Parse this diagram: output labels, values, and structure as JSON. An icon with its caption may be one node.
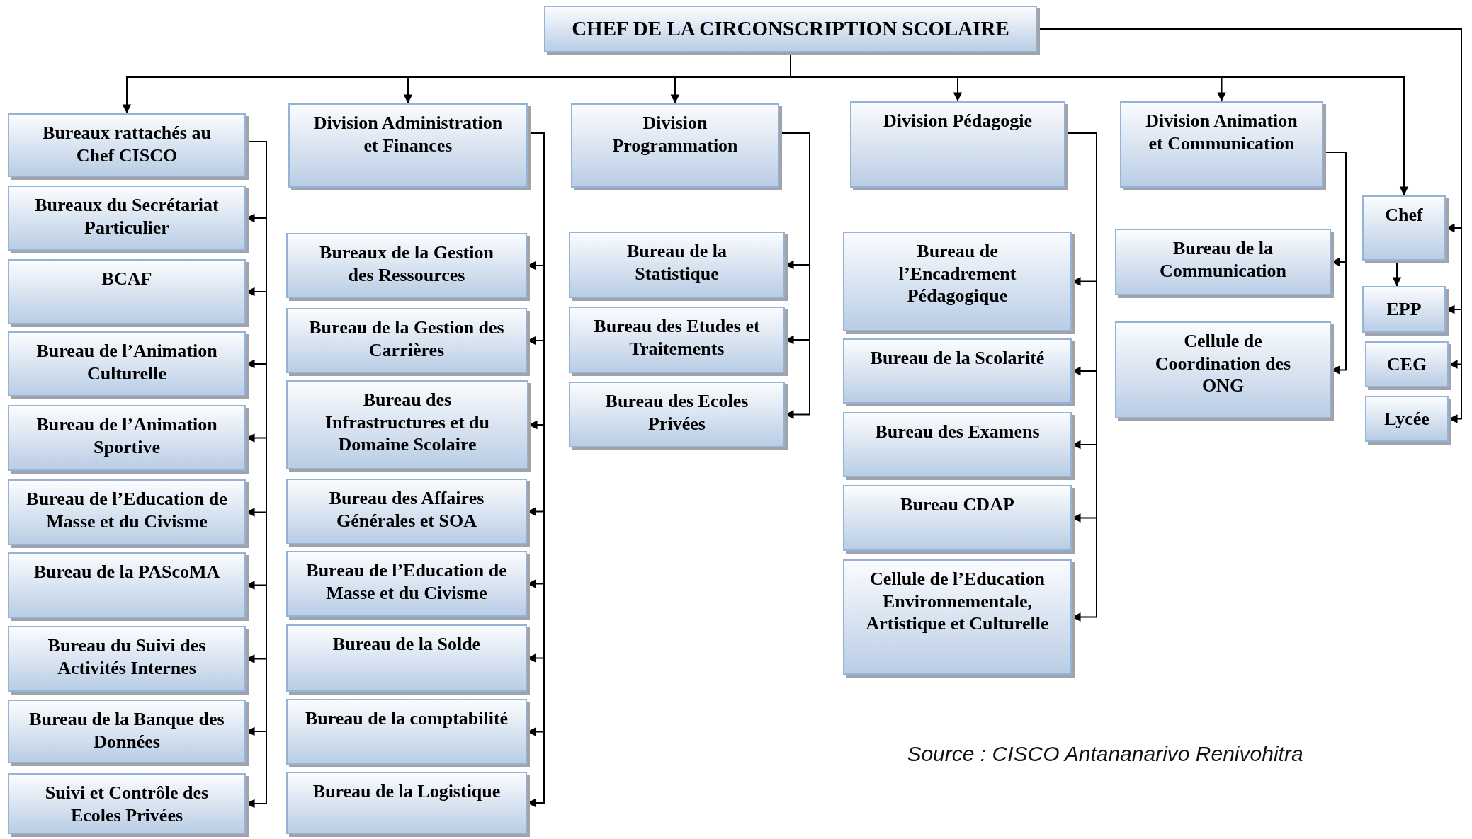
{
  "diagram": {
    "nodes": [
      {
        "text": [
          "CHEF DE LA CIRCONSCRIPTION SCOLAIRE"
        ]
      },
      {
        "text": [
          "Bureaux rattachés au Chef CISCO"
        ]
      },
      {
        "text": [
          "Bureaux du Secrétariat Particulier"
        ]
      },
      {
        "text": [
          "BCAF"
        ]
      },
      {
        "text": [
          "Bureau de l’Animation Culturelle"
        ]
      },
      {
        "text": [
          "Bureau de l’Animation Sportive"
        ]
      },
      {
        "text": [
          "Bureau de l’Education de Masse et du Civisme"
        ]
      },
      {
        "text": [
          "Bureau de la PAScoMA"
        ]
      },
      {
        "text": [
          "Bureau du Suivi des Activités Internes"
        ]
      },
      {
        "text": [
          "Bureau de la Banque des Données"
        ]
      },
      {
        "text": [
          "Suivi et Contrôle des Ecoles Privées"
        ]
      },
      {
        "text": [
          "Division Administration et Finances"
        ]
      },
      {
        "text": [
          "Bureaux de la Gestion des Ressources"
        ]
      },
      {
        "text": [
          "Bureau de la Gestion des Carrières"
        ]
      },
      {
        "text": [
          "Bureau des Infrastructures et du Domaine Scolaire"
        ]
      },
      {
        "text": [
          "Bureau des Affaires Générales et SOA"
        ]
      },
      {
        "text": [
          "Bureau de l’Education de Masse et du Civisme"
        ]
      },
      {
        "text": [
          "Bureau de la Solde"
        ]
      },
      {
        "text": [
          "Bureau de la comptabilité"
        ]
      },
      {
        "text": [
          "Bureau de la Logistique"
        ]
      },
      {
        "text": [
          "Division Programmation"
        ]
      },
      {
        "text": [
          "Bureau de la Statistique"
        ]
      },
      {
        "text": [
          "Bureau des Etudes et Traitements"
        ]
      },
      {
        "text": [
          "Bureau des Ecoles Privées"
        ]
      },
      {
        "text": [
          "Division Pédagogie"
        ]
      },
      {
        "text": [
          "Bureau de l’Encadrement Pédagogique"
        ]
      },
      {
        "text": [
          "Bureau de la Scolarité"
        ]
      },
      {
        "text": [
          "Bureau des Examens"
        ]
      },
      {
        "text": [
          "Bureau CDAP"
        ]
      },
      {
        "text": [
          "Cellule de l’Education Environnementale, Artistique et Culturelle"
        ]
      },
      {
        "text": [
          "Division Animation et Communication"
        ]
      },
      {
        "text": [
          "Bureau de la Communication"
        ]
      },
      {
        "text": [
          "Cellule de Coordination des ONG"
        ]
      },
      {
        "text": [
          "Chef"
        ]
      },
      {
        "text": [
          "EPP"
        ]
      },
      {
        "text": [
          "CEG"
        ]
      },
      {
        "text": [
          "Lycée"
        ]
      }
    ],
    "edges": [
      {
        "from": 0,
        "to": 1,
        "arrow": "to"
      },
      {
        "from": 0,
        "to": 11,
        "arrow": "to"
      },
      {
        "from": 0,
        "to": 20,
        "arrow": "to"
      },
      {
        "from": 0,
        "to": 24,
        "arrow": "to"
      },
      {
        "from": 0,
        "to": 30,
        "arrow": "to"
      },
      {
        "from": 0,
        "to": 33,
        "arrow": "to"
      },
      {
        "from": 0,
        "to": 33,
        "arrow": "to"
      },
      {
        "from": 0,
        "to": 34,
        "arrow": "to"
      },
      {
        "from": 0,
        "to": 35,
        "arrow": "to"
      },
      {
        "from": 0,
        "to": 36,
        "arrow": "to"
      },
      {
        "from": 33,
        "to": 34,
        "arrow": "to"
      },
      {
        "from": 1,
        "to": 2,
        "arrow": "to"
      },
      {
        "from": 1,
        "to": 3,
        "arrow": "to"
      },
      {
        "from": 1,
        "to": 4,
        "arrow": "to"
      },
      {
        "from": 1,
        "to": 5,
        "arrow": "to"
      },
      {
        "from": 1,
        "to": 6,
        "arrow": "to"
      },
      {
        "from": 1,
        "to": 7,
        "arrow": "to"
      },
      {
        "from": 1,
        "to": 8,
        "arrow": "to"
      },
      {
        "from": 1,
        "to": 9,
        "arrow": "to"
      },
      {
        "from": 1,
        "to": 10,
        "arrow": "to"
      },
      {
        "from": 11,
        "to": 12,
        "arrow": "to"
      },
      {
        "from": 11,
        "to": 13,
        "arrow": "to"
      },
      {
        "from": 11,
        "to": 14,
        "arrow": "to"
      },
      {
        "from": 11,
        "to": 15,
        "arrow": "to"
      },
      {
        "from": 11,
        "to": 16,
        "arrow": "to"
      },
      {
        "from": 11,
        "to": 17,
        "arrow": "to"
      },
      {
        "from": 11,
        "to": 18,
        "arrow": "to"
      },
      {
        "from": 11,
        "to": 19,
        "arrow": "to"
      },
      {
        "from": 20,
        "to": 21,
        "arrow": "to"
      },
      {
        "from": 20,
        "to": 22,
        "arrow": "to"
      },
      {
        "from": 20,
        "to": 23,
        "arrow": "to"
      },
      {
        "from": 24,
        "to": 25,
        "arrow": "to"
      },
      {
        "from": 24,
        "to": 26,
        "arrow": "to"
      },
      {
        "from": 24,
        "to": 27,
        "arrow": "to"
      },
      {
        "from": 24,
        "to": 28,
        "arrow": "to"
      },
      {
        "from": 24,
        "to": 29,
        "arrow": "to"
      },
      {
        "from": 30,
        "to": 31,
        "arrow": "to"
      },
      {
        "from": 30,
        "to": 32,
        "arrow": "to"
      }
    ],
    "labels": [
      "Source : CISCO Antananarivo Renivohitra"
    ]
  }
}
